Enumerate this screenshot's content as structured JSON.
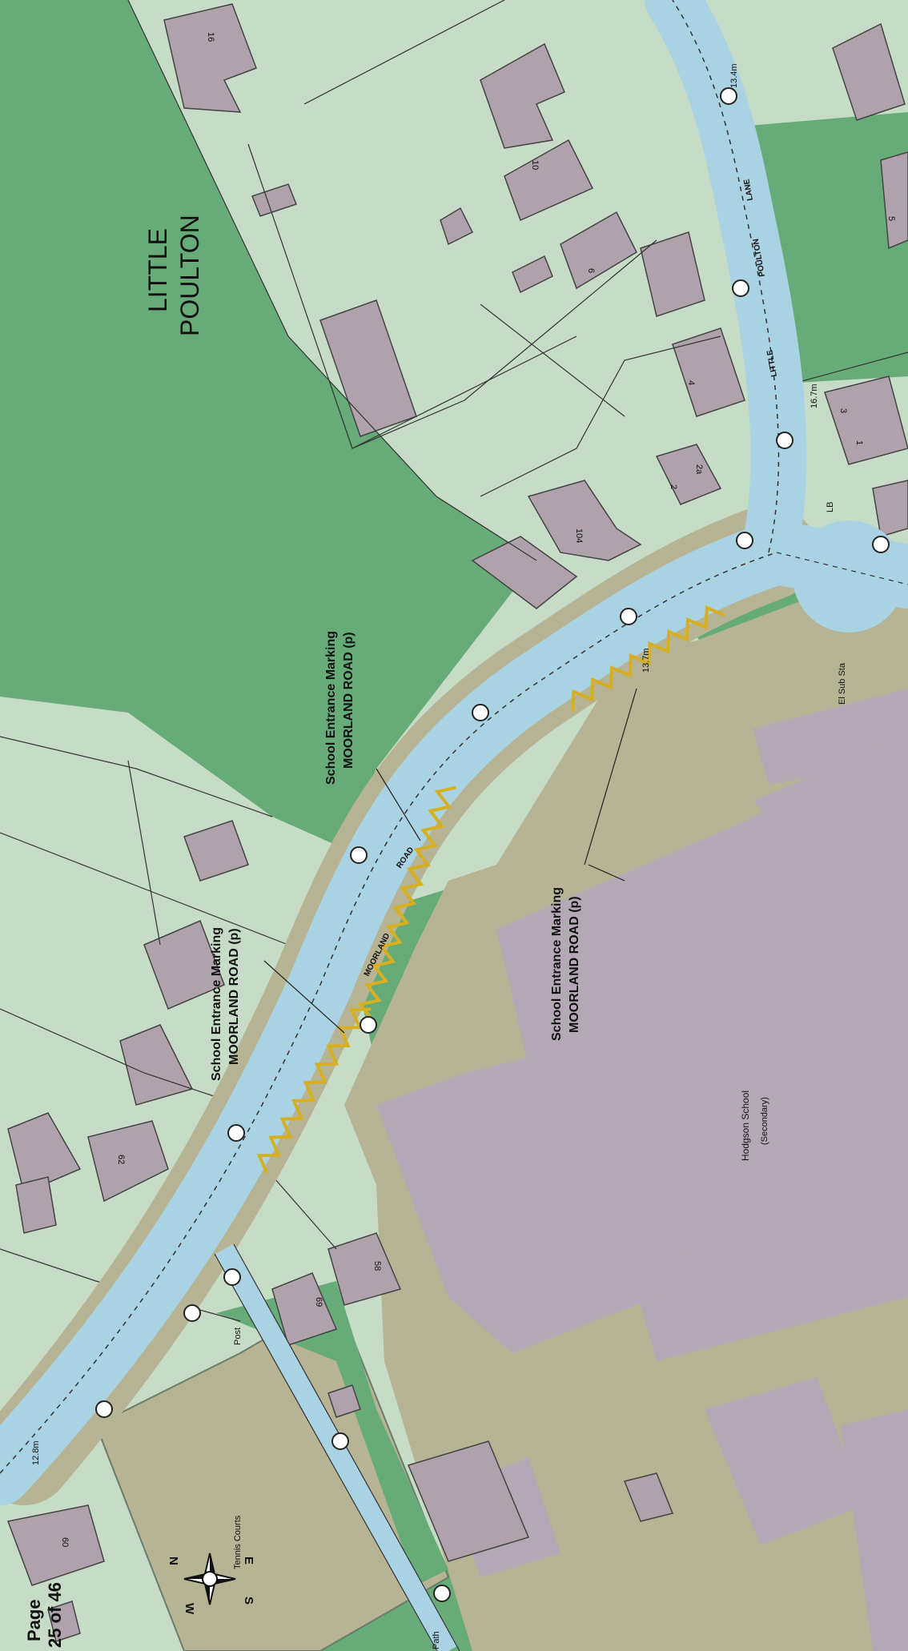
{
  "area_name": {
    "line1": "LITTLE",
    "line2": "POULTON"
  },
  "markings": [
    {
      "line1": "School Entrance Marking",
      "line2": "MOORLAND ROAD (p)"
    },
    {
      "line1": "School Entrance Marking",
      "line2": "MOORLAND ROAD (p)"
    },
    {
      "line1": "School Entrance Marking",
      "line2": "MOORLAND ROAD (p)"
    }
  ],
  "roads": {
    "moorland_1": "MOORLAND",
    "moorland_2": "ROAD",
    "little_poulton_1": "LITTLE",
    "little_poulton_2": "POULTON",
    "little_poulton_3": "LANE"
  },
  "places": {
    "school": "Hodgson School",
    "school_type": "(Secondary)",
    "substation": "El Sub Sta",
    "tennis": "Tennis Courts",
    "post": "Post",
    "path": "Path",
    "lb": "LB"
  },
  "house_numbers": [
    "16",
    "10",
    "6",
    "4",
    "2",
    "2a",
    "104",
    "3",
    "1",
    "5",
    "62",
    "58",
    "69",
    "60"
  ],
  "spot_heights": [
    "13.4m",
    "16.7m",
    "13.7m",
    "12.8m"
  ],
  "compass": {
    "n": "N",
    "s": "S",
    "e": "E",
    "w": "W"
  },
  "page": {
    "line1": "Page",
    "line2": "25 of 46"
  },
  "colors": {
    "field_light": "#c6dcc6",
    "field_dark": "#66ab78",
    "building": "#b0a2ac",
    "school_building": "#b5a8b6",
    "road": "#a9d3e3",
    "pavement": "#b6b494",
    "zigzag": "#d6b020"
  }
}
